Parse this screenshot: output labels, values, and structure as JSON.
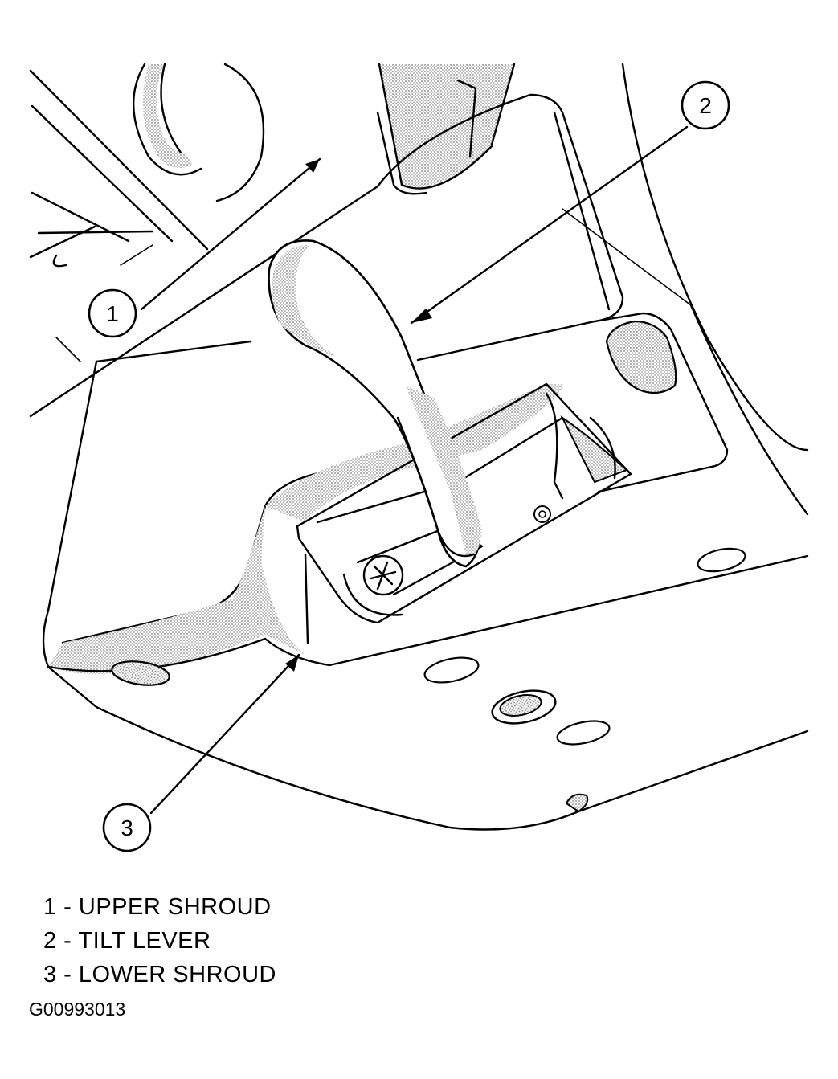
{
  "callouts": [
    {
      "number": "1"
    },
    {
      "number": "2"
    },
    {
      "number": "3"
    }
  ],
  "legend": [
    {
      "text": "1 - UPPER SHROUD"
    },
    {
      "text": "2 - TILT LEVER"
    },
    {
      "text": "3 - LOWER SHROUD"
    }
  ],
  "figure_id": "G00993013",
  "colors": {
    "line": "#000000",
    "shade": "#b0b0b0",
    "background": "#ffffff"
  }
}
